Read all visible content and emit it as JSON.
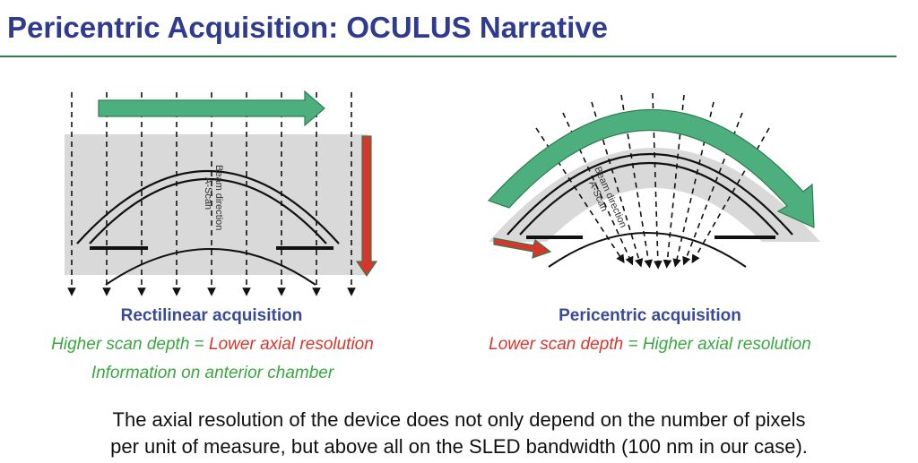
{
  "slide": {
    "title": "Pericentric Acquisition: OCULUS Narrative"
  },
  "left_panel": {
    "beam_label": "Beam direction",
    "scan_label": "A-Scan",
    "caption_title": "Rectilinear acquisition",
    "line1_part1": "Higher scan depth",
    "line1_eq": " = ",
    "line1_part2": "Lower axial resolution",
    "line2": "Information on anterior chamber"
  },
  "right_panel": {
    "beam_label": "Beam direction",
    "scan_label": "A-Scan",
    "caption_title": "Pericentric acquisition",
    "line1_part1": "Lower scan depth",
    "line1_eq": " = ",
    "line1_part2": "Higher axial resolution"
  },
  "footer": {
    "line1": "The axial resolution of the device does not only depend on the number of pixels",
    "line2": "per unit of measure, but above all on the SLED bandwidth (100 nm in our case)."
  },
  "colors": {
    "title": "#2f3b8f",
    "rule": "#2e7d4f",
    "arrow_green": "#4caf7d",
    "arrow_red": "#d6362b",
    "band_gray": "#d9d9d9",
    "text_green": "#3aa640",
    "text_red": "#d6362b"
  }
}
